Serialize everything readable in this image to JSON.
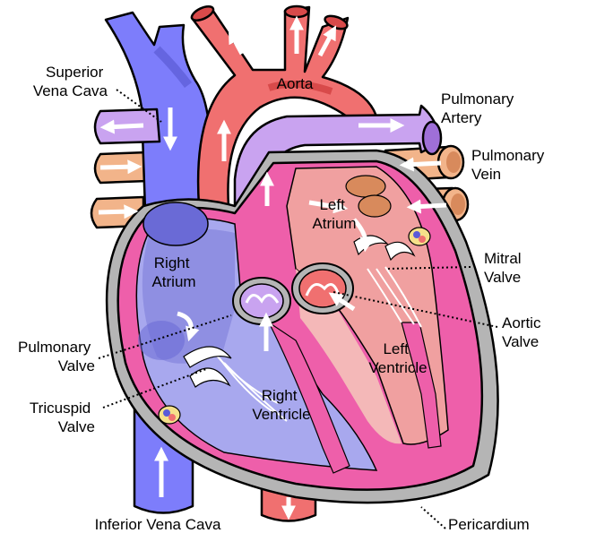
{
  "labels": {
    "superior_vena_cava": [
      "Superior",
      "Vena Cava"
    ],
    "aorta": [
      "Aorta"
    ],
    "pulmonary_artery": [
      "Pulmonary",
      "Artery"
    ],
    "pulmonary_vein": [
      "Pulmonary",
      "Vein"
    ],
    "left_atrium": [
      "Left",
      "Atrium"
    ],
    "right_atrium": [
      "Right",
      "Atrium"
    ],
    "mitral_valve": [
      "Mitral",
      "Valve"
    ],
    "aortic_valve": [
      "Aortic",
      "Valve"
    ],
    "pulmonary_valve": [
      "Pulmonary",
      "Valve"
    ],
    "left_ventricle": [
      "Left",
      "Ventricle"
    ],
    "tricuspid_valve": [
      "Tricuspid",
      "Valve"
    ],
    "right_ventricle": [
      "Right",
      "Ventricle"
    ],
    "inferior_vena_cava": [
      "Inferior Vena Cava"
    ],
    "pericardium": [
      "Pericardium"
    ]
  },
  "colors": {
    "vena_cava": "#7d7dfb",
    "vena_cava_dark": "#5a5ad8",
    "aorta": "#f07070",
    "aorta_dark": "#d84a4a",
    "pulmonary_artery": "#c9a3f0",
    "pulmonary_vein": "#f2b48a",
    "left_heart": "#f0a0a0",
    "right_heart": "#a8a8ee",
    "myocardium": "#ee5faa",
    "pericardium": "#b5b5b5",
    "valve_yellow": "#f5e08a"
  }
}
